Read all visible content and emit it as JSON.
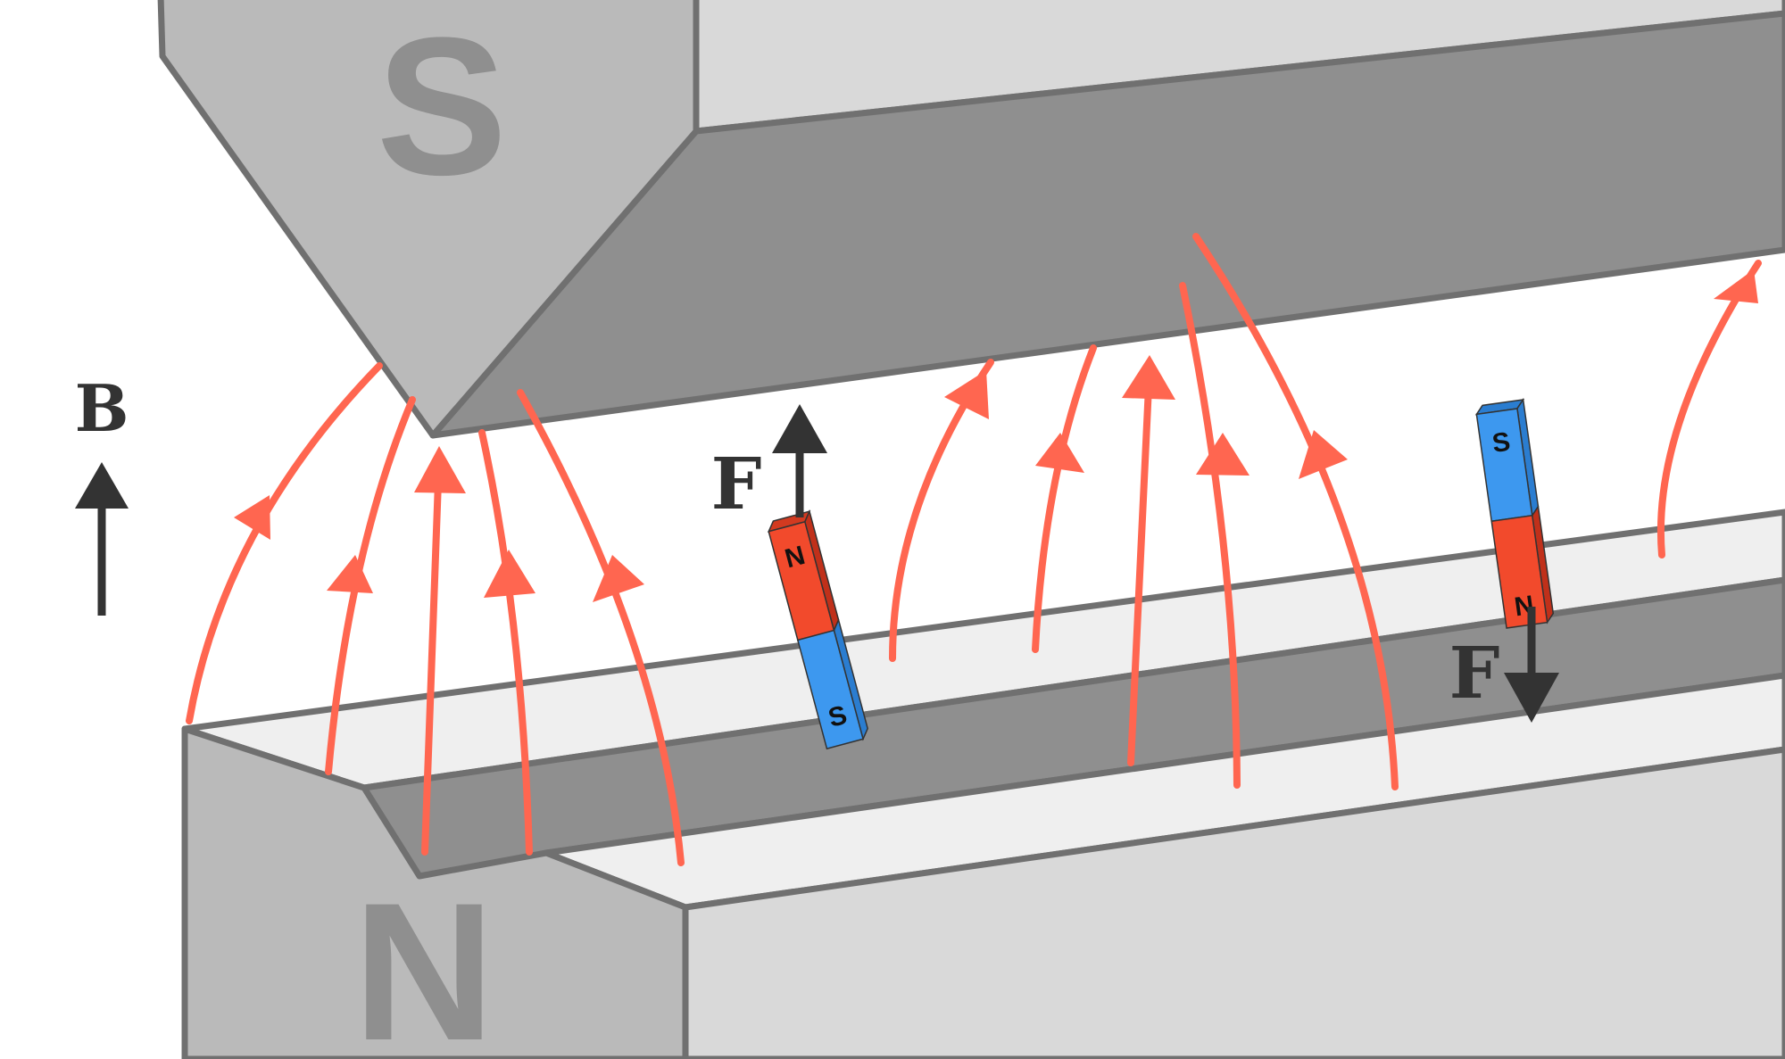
{
  "poles": {
    "top_label": "S",
    "bottom_label": "N"
  },
  "vectors": {
    "field_label": "B",
    "force_label_left": "F",
    "force_label_right": "F"
  },
  "test_magnets": {
    "left": {
      "top_pole": "N",
      "bottom_pole": "S"
    },
    "right": {
      "top_pole": "S",
      "bottom_pole": "N"
    }
  },
  "colors": {
    "field_line": "#ff6650",
    "pole_light": "#bababa",
    "pole_dark": "#8f8f8f",
    "pole_face": "#d9d9d9",
    "pole_edge": "#707070",
    "groove_light": "#efefef",
    "magnet_red": "#f24a2c",
    "magnet_blue": "#3d98ef",
    "arrow": "#333333"
  }
}
